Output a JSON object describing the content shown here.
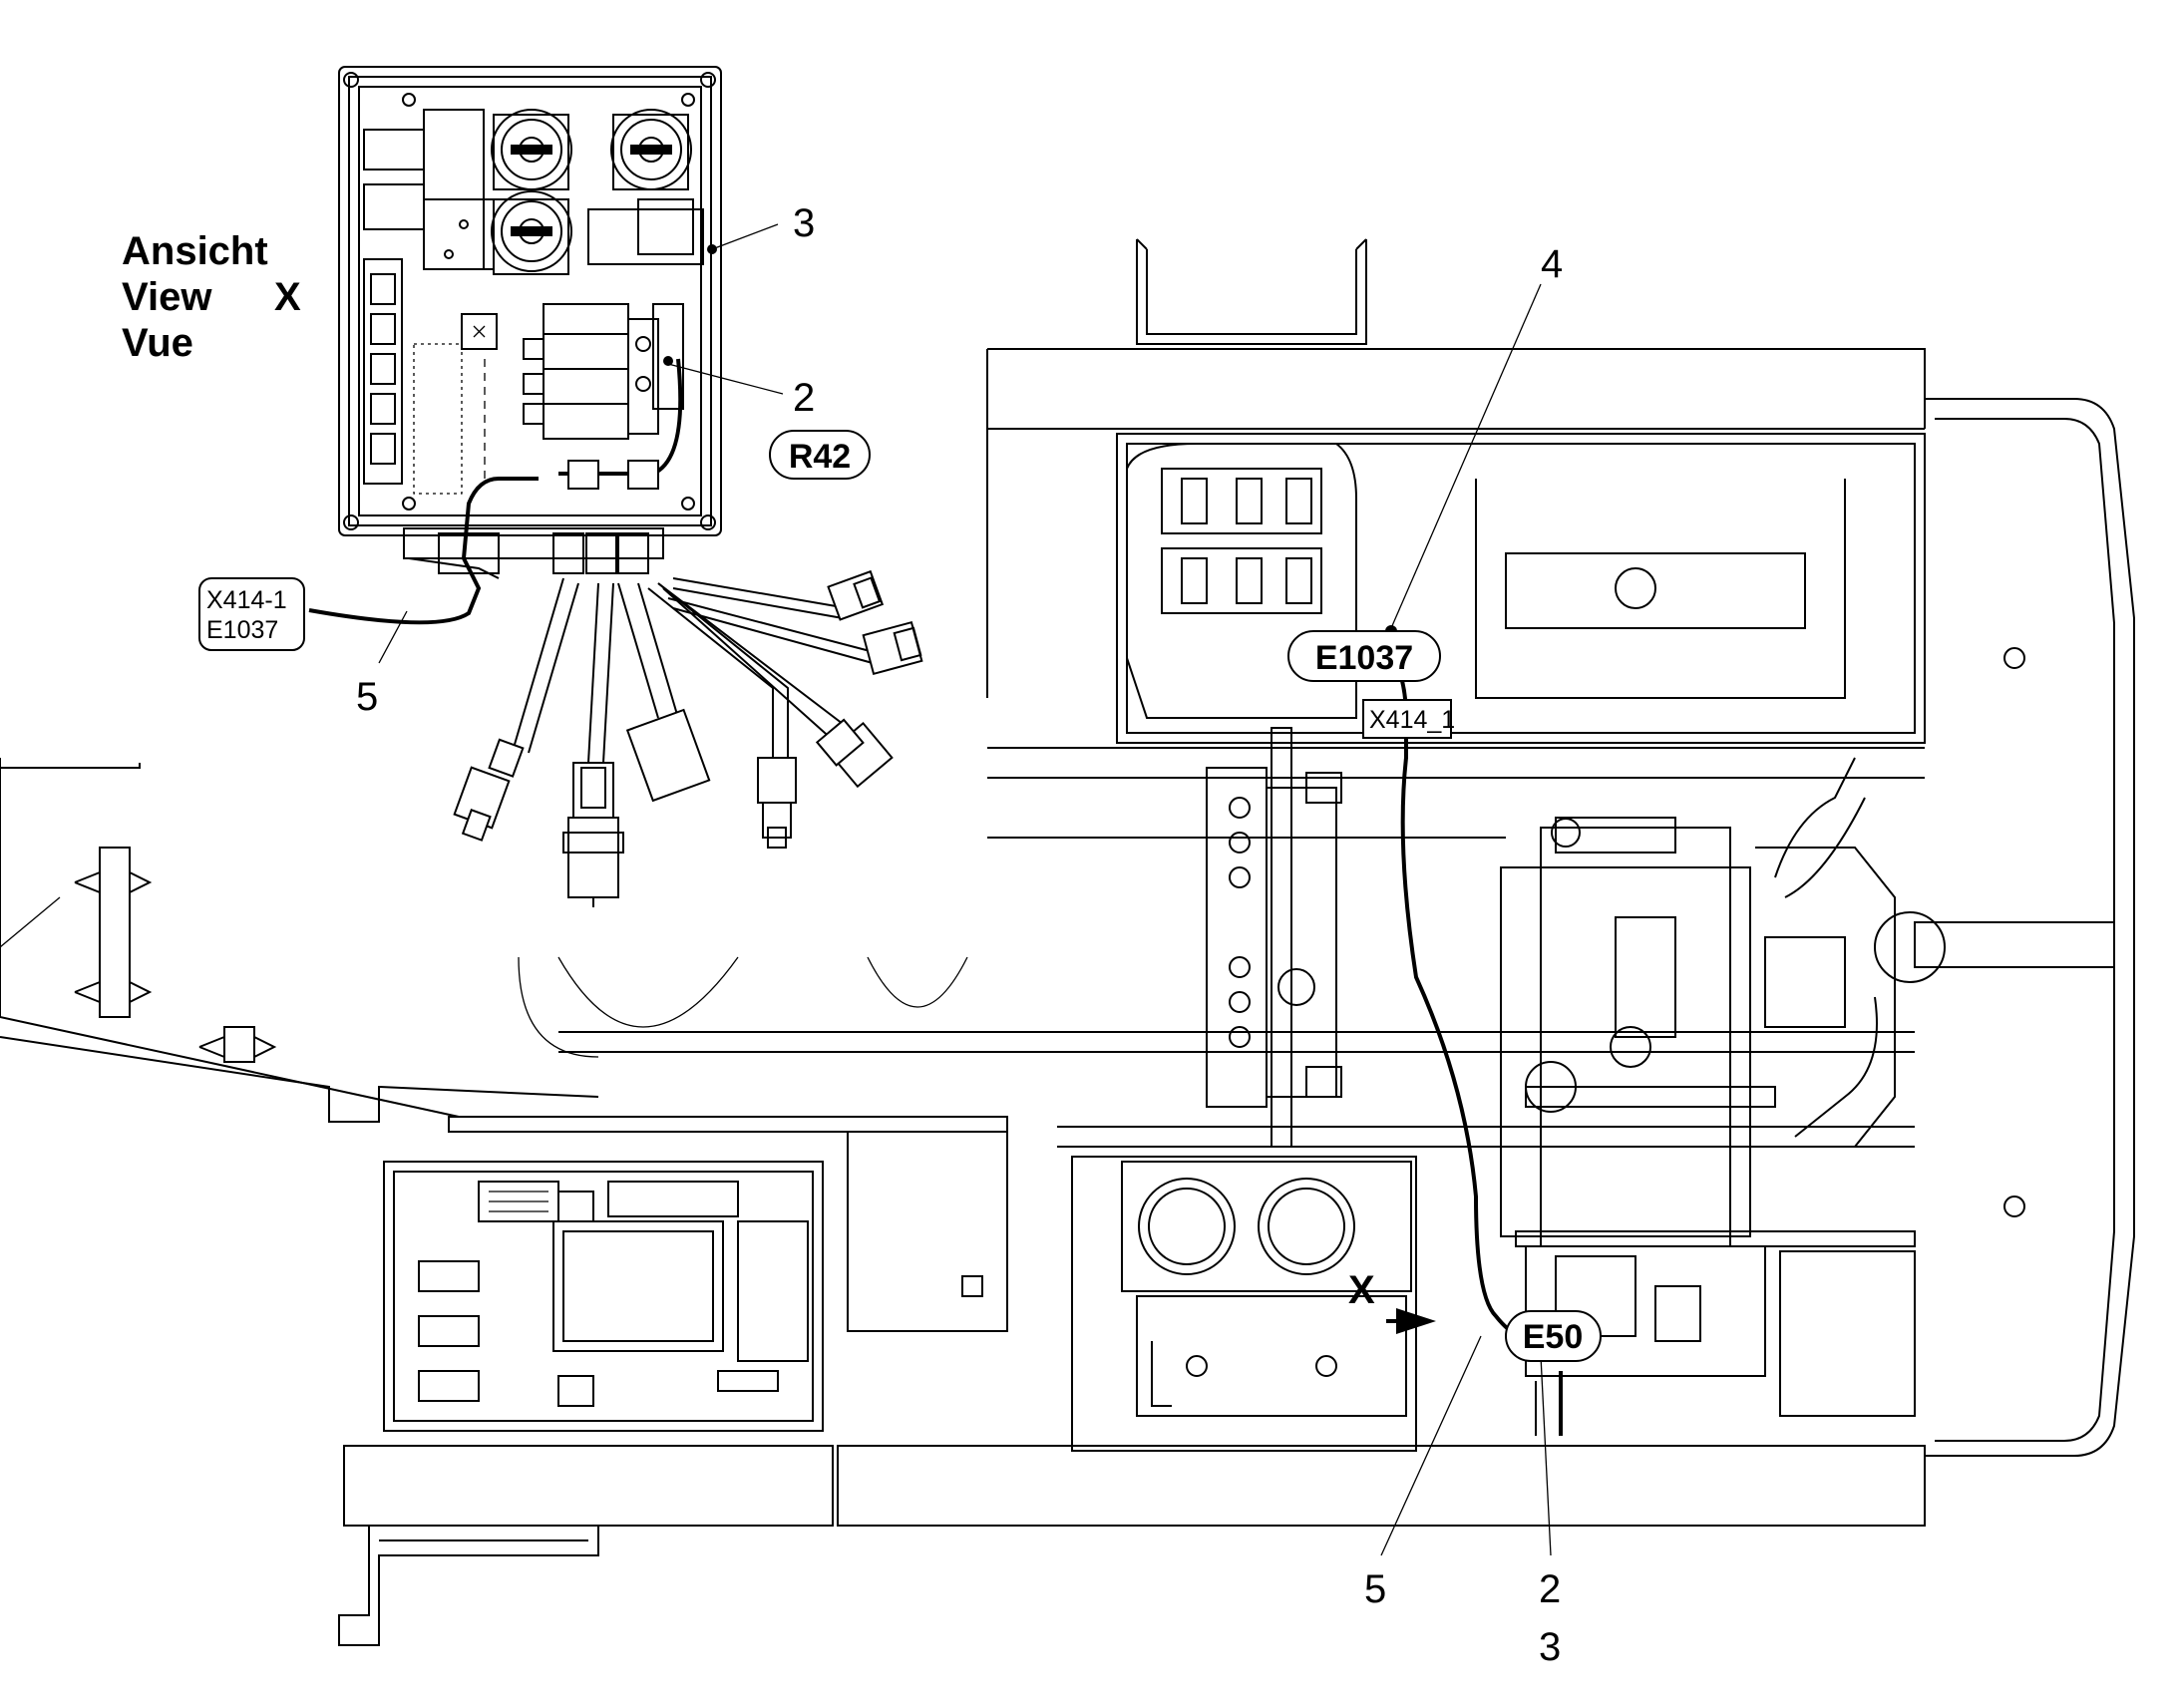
{
  "view": {
    "line1": "Ansicht",
    "line2": "View",
    "line3": "Vue",
    "marker": "X"
  },
  "inset": {
    "callouts": {
      "c3": "3",
      "c2": "2",
      "c5": "5"
    },
    "pill_r42": "R42",
    "connector_label": {
      "line1": "X414-1",
      "line2": "E1037"
    }
  },
  "main": {
    "callouts": {
      "c4": "4",
      "c5": "5",
      "c2": "2",
      "c3": "3"
    },
    "pill_e1037": "E1037",
    "pill_e50": "E50",
    "connector_label": "X414_1",
    "arrow_label": "X"
  },
  "colors": {
    "line": "#000000",
    "background": "#ffffff"
  }
}
